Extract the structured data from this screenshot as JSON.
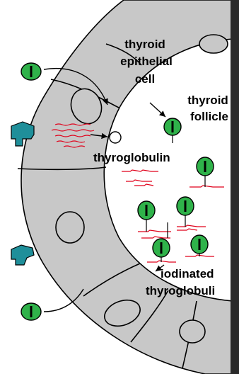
{
  "labels": {
    "cell_line1": "thyroid",
    "cell_line2": "epithelial",
    "cell_line3": "cell",
    "follicle_line1": "thyroid",
    "follicle_line2": "follicle",
    "thyroglobulin": "thyroglobulin",
    "iodinated_line1": "iodinated",
    "iodinated_line2": "thyroglobuli"
  },
  "iodide_symbol": "I",
  "colors": {
    "cell_fill": "#c8c8c8",
    "outline": "#000000",
    "iodide_fill": "#2fb24a",
    "protein_line": "#e0001a",
    "receptor": "#1f8f9a",
    "background": "#ffffff"
  },
  "icons": [
    "iodide-ion-icon",
    "receptor-icon",
    "arrow-icon",
    "protein-chain-icon",
    "nucleus-icon"
  ]
}
